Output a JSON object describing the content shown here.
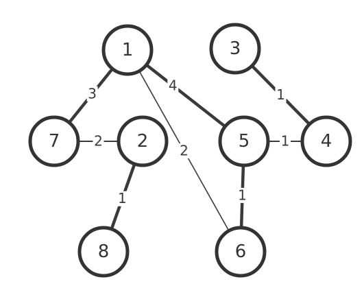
{
  "nodes": [
    {
      "id": "1",
      "label": "1"
    },
    {
      "id": "3",
      "label": "3"
    },
    {
      "id": "7",
      "label": "7"
    },
    {
      "id": "2",
      "label": "2"
    },
    {
      "id": "5",
      "label": "5"
    },
    {
      "id": "4",
      "label": "4"
    },
    {
      "id": "8",
      "label": "8"
    },
    {
      "id": "6",
      "label": "6"
    }
  ],
  "edges": [
    {
      "from": "1",
      "to": "7",
      "weight": "3"
    },
    {
      "from": "1",
      "to": "5",
      "weight": "4"
    },
    {
      "from": "1",
      "to": "6",
      "weight": "2"
    },
    {
      "from": "3",
      "to": "4",
      "weight": "1"
    },
    {
      "from": "7",
      "to": "2",
      "weight": "2"
    },
    {
      "from": "5",
      "to": "4",
      "weight": "1"
    },
    {
      "from": "2",
      "to": "8",
      "weight": "1"
    },
    {
      "from": "5",
      "to": "6",
      "weight": "1"
    }
  ],
  "colors": {
    "stroke": "#333333",
    "edge": "#3a3a3a",
    "background": "#ffffff"
  }
}
